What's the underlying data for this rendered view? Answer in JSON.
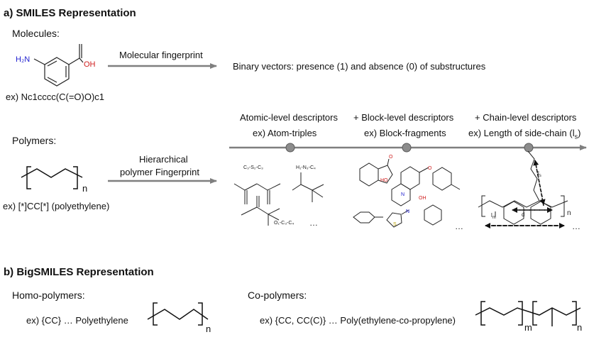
{
  "colors": {
    "arrow": "#7f7f7f",
    "node": "#8c8c8c",
    "nitrogen": "#2020d0",
    "oxygen": "#d02020",
    "sulfur": "#b8a000"
  },
  "section_a": {
    "title": "a) SMILES Representation",
    "molecules_label": "Molecules:",
    "molecule_atoms": {
      "amine": "H₂N",
      "hydroxyl": "OH"
    },
    "molecule_example": "ex) Nc1cccc(C(=O)O)c1",
    "fingerprint_label": "Molecular fingerprint",
    "fingerprint_output": "Binary vectors: presence (1) and absence (0) of substructures",
    "polymers_label": "Polymers:",
    "polymer_subscript": "n",
    "polymer_example": "ex) [*]CC[*] (polyethylene)",
    "hierarchical_label_1": "Hierarchical",
    "hierarchical_label_2": "polymer Fingerprint",
    "levels": [
      {
        "title": "Atomic-level descriptors",
        "example": "ex) Atom-triples"
      },
      {
        "title": "+ Block-level descriptors",
        "example": "ex) Block-fragments"
      },
      {
        "title": "+ Chain-level descriptors",
        "example": "ex) Length of side-chain (l",
        "example_sub": "s",
        "example_end": ")"
      }
    ],
    "triples": [
      "C₃-S₂-C₃",
      "H₁-N₃-C₄",
      "O₁-C₃-C₄"
    ],
    "ellipsis": "…",
    "chain_labels": {
      "ls": "l",
      "ls_sub": "s",
      "lm": "l",
      "lm_sub": "m",
      "d": "d",
      "n": "n"
    }
  },
  "section_b": {
    "title": "b) BigSMILES Representation",
    "homo_label": "Homo-polymers:",
    "homo_example": "ex) {CC}  … Polyethylene",
    "homo_subscript": "n",
    "co_label": "Co-polymers:",
    "co_example": "ex) {CC, CC(C)} … Poly(ethylene-co-propylene)",
    "co_sub_m": "m",
    "co_sub_n": "n"
  }
}
